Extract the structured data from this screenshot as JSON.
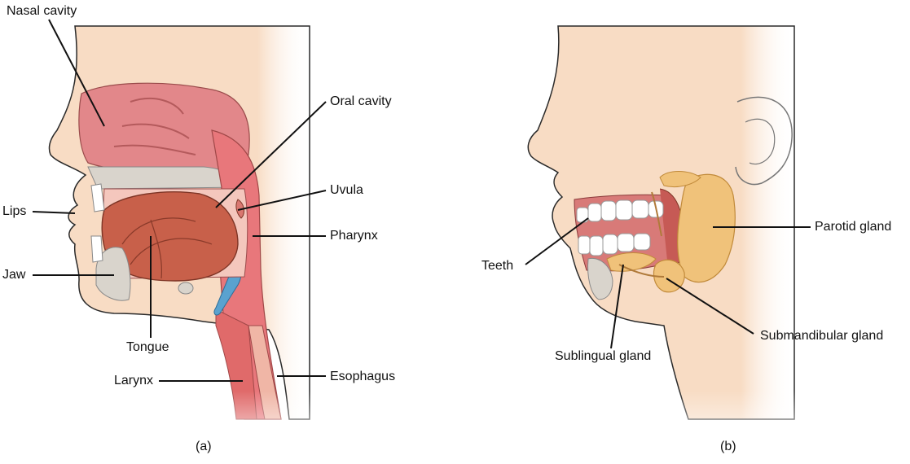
{
  "panel_a": {
    "caption": "(a)",
    "labels": {
      "nasal_cavity": "Nasal cavity",
      "oral_cavity": "Oral cavity",
      "uvula": "Uvula",
      "lips": "Lips",
      "pharynx": "Pharynx",
      "jaw": "Jaw",
      "tongue": "Tongue",
      "larynx": "Larynx",
      "esophagus": "Esophagus"
    }
  },
  "panel_b": {
    "caption": "(b)",
    "labels": {
      "parotid_gland": "Parotid gland",
      "teeth": "Teeth",
      "submandibular_gland": "Submandibular gland",
      "sublingual_gland": "Sublingual gland"
    }
  },
  "colors": {
    "skin": "#f8dcc4",
    "nasal": "#e2878a",
    "tongue": "#c8604a",
    "pharynx": "#e8777b",
    "bone": "#d9d4cc",
    "cartilage": "#5aa2cf",
    "gland": "#f0c27a",
    "teeth": "#ffffff",
    "leader": "#111111"
  }
}
